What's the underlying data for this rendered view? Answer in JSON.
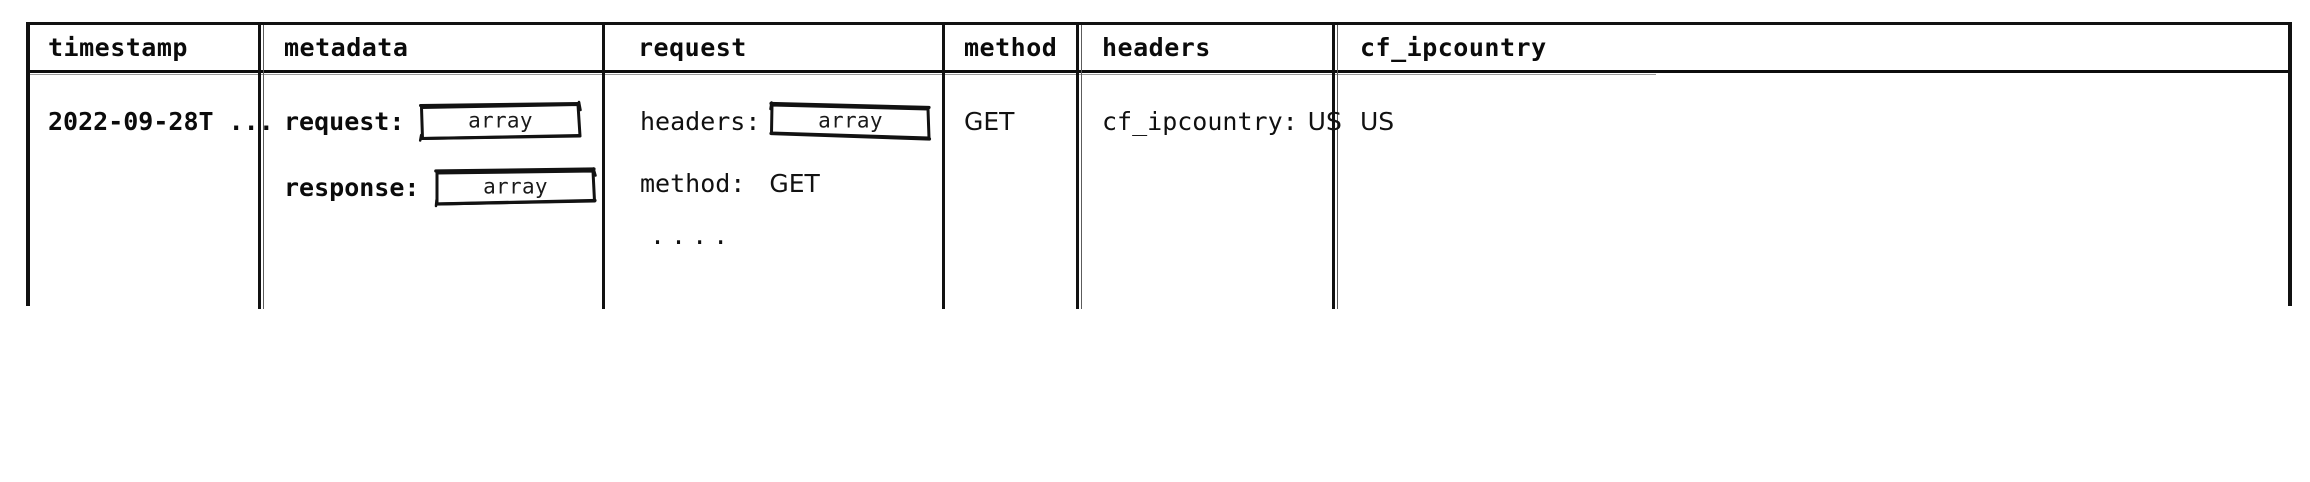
{
  "table": {
    "columns": [
      {
        "key": "timestamp",
        "label": "timestamp"
      },
      {
        "key": "metadata",
        "label": "metadata"
      },
      {
        "key": "request",
        "label": "request"
      },
      {
        "key": "method",
        "label": "method"
      },
      {
        "key": "headers",
        "label": "headers"
      },
      {
        "key": "cf_ipcountry",
        "label": "cf_ipcountry"
      }
    ],
    "row": {
      "timestamp": {
        "value": "2022-09-28T ..."
      },
      "metadata": {
        "fields": [
          {
            "key_label": "request:",
            "value_kind": "array-chip",
            "value": "array"
          },
          {
            "key_label": "response:",
            "value_kind": "array-chip",
            "value": "array"
          }
        ]
      },
      "request": {
        "fields": [
          {
            "key_label": "headers:",
            "value_kind": "array-chip",
            "value": "array"
          },
          {
            "key_label": "method:",
            "value_kind": "text",
            "value": "GET"
          }
        ],
        "truncation_marker": "...."
      },
      "method": {
        "value": "GET"
      },
      "headers": {
        "key_label": "cf_ipcountry:",
        "value": "US"
      },
      "cf_ipcountry": {
        "value": "US"
      }
    }
  },
  "colors": {
    "ink": "#111111",
    "page": "#ffffff",
    "hairline": "#5c5c5c",
    "chip_outline": "#121212"
  }
}
